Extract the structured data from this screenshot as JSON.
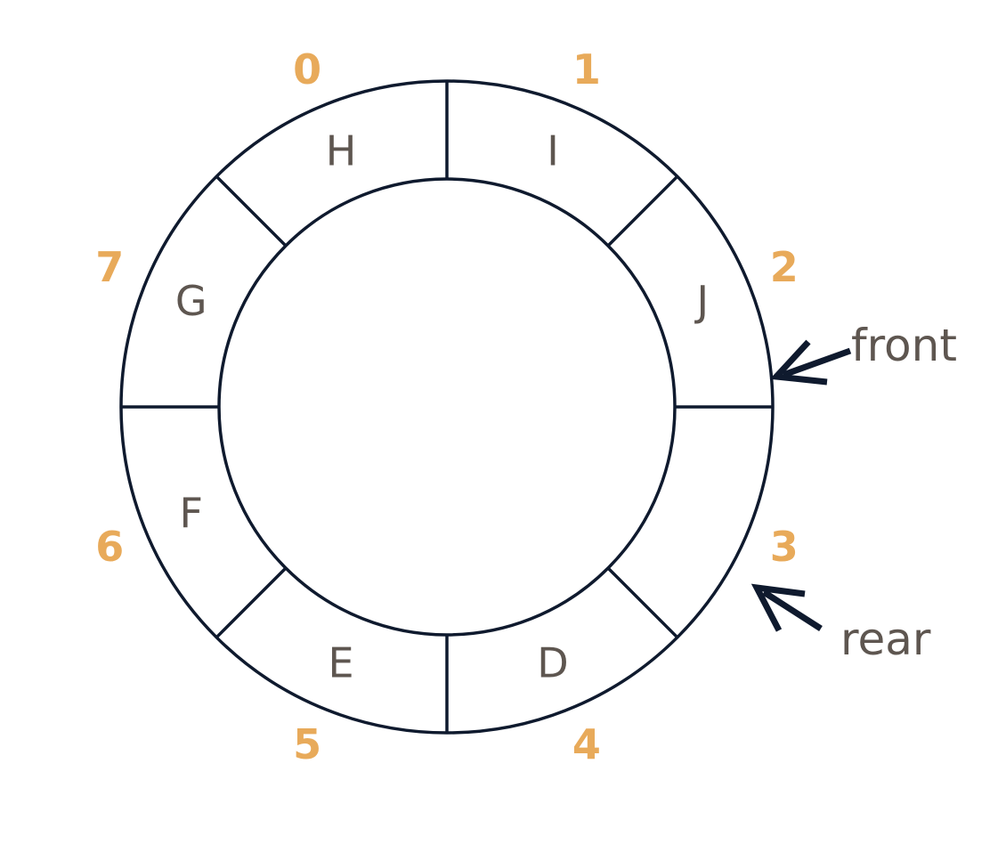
{
  "queue": {
    "slots": [
      {
        "index": "0",
        "value": "H"
      },
      {
        "index": "1",
        "value": "I"
      },
      {
        "index": "2",
        "value": "J"
      },
      {
        "index": "3",
        "value": ""
      },
      {
        "index": "4",
        "value": "D"
      },
      {
        "index": "5",
        "value": "E"
      },
      {
        "index": "6",
        "value": "F"
      },
      {
        "index": "7",
        "value": "G"
      }
    ],
    "pointers": {
      "front": {
        "label": "front",
        "slot": 2
      },
      "rear": {
        "label": "rear",
        "slot": 3
      }
    }
  },
  "colors": {
    "stroke": "#0f1a2e",
    "index": "#e8aa5a",
    "value": "#5e5650",
    "arrow": "#0f1a2e",
    "label": "#5e5650"
  }
}
